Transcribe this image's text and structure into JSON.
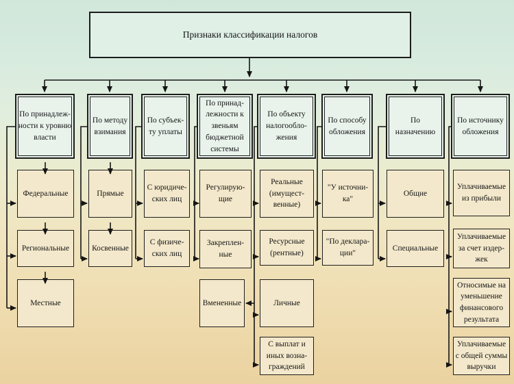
{
  "title": "Признаки классификации налогов",
  "colors": {
    "background_top": "#d0e7da",
    "background_bottom": "#ebd2a0",
    "title_fill": "#e0f0e7",
    "header_fill": "#e9f3ec",
    "child_fill": "#f3e8cb",
    "line": "#151515",
    "border": "#1c1c1c"
  },
  "columns": [
    {
      "header": "По принадлеж-\nности к уровню\nвласти",
      "children": [
        "Федеральные",
        "Региональные",
        "Местные"
      ]
    },
    {
      "header": "По методу\nвзимания",
      "children": [
        "Прямые",
        "Косвенные"
      ]
    },
    {
      "header": "По субъек-\nту уплаты",
      "children": [
        "С юридиче-\nских лиц",
        "С физиче-\nских лиц"
      ]
    },
    {
      "header": "По принад-\nлежности к\nзвеньям\nбюджетной\nсистемы",
      "children": [
        "Регулирую-\nщие",
        "Закреплен-\nные",
        "Вмененные"
      ]
    },
    {
      "header": "По объекту\nналогообло-\nжения",
      "children": [
        "Реальные\n(имущест-\nвенные)",
        "Ресурсные\n(рентные)",
        "Личные",
        "С выплат и\nиных возна-\nграждений"
      ]
    },
    {
      "header": "По способу\nобложения",
      "children": [
        "\"У источни-\nка\"",
        "\"По деклара-\nции\""
      ]
    },
    {
      "header": "По\nназначению",
      "children": [
        "Общие",
        "Специальные"
      ]
    },
    {
      "header": "По источнику\nобложения",
      "children": [
        "Уплачиваемые\nиз прибыли",
        "Уплачиваемые\nза счет издер-\nжек",
        "Относимые на\nуменьшение\nфинансового\nрезультата",
        "Уплачиваемые\nс общей суммы\nвыручки"
      ]
    }
  ]
}
